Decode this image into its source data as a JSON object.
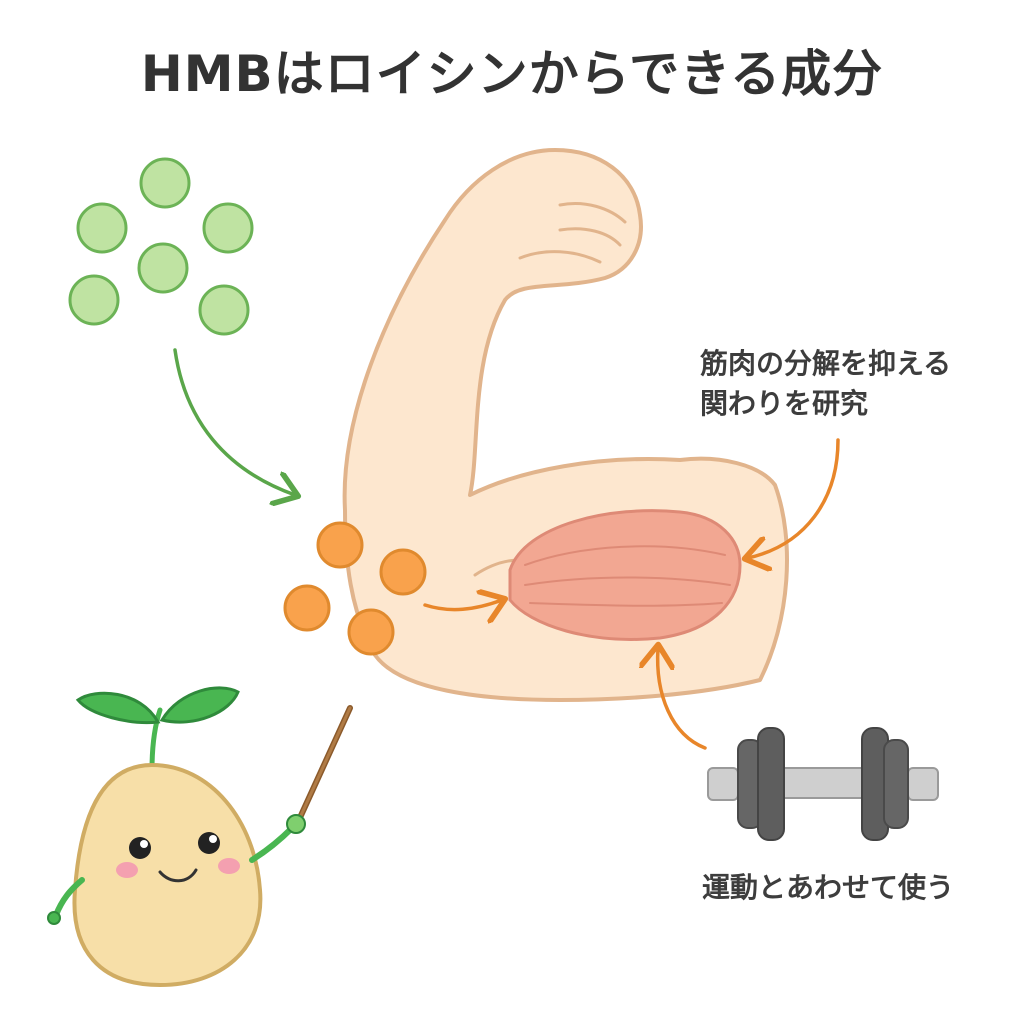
{
  "title": "HMBはロイシンからできる成分",
  "labels": {
    "research_line1": "筋肉の分解を抑える",
    "research_line2": "関わりを研究",
    "exercise": "運動とあわせて使う"
  },
  "colors": {
    "leucine": "#bfe3a2",
    "leucine_stroke": "#6cb356",
    "hmb": "#f9a24c",
    "hmb_stroke": "#e08a2e",
    "arm": "#fde7cf",
    "arm_stroke": "#e1b48c",
    "muscle": "#f2a792",
    "arrow_green": "#5aa64a",
    "arrow_orange": "#e8862a",
    "dumbbell_weight": "#666666",
    "dumbbell_bar": "#cfcfcf",
    "mascot_body": "#f7dfa8",
    "mascot_leaf": "#49b651"
  },
  "icons": {
    "leucine_molecules": "green-circle-cluster",
    "hmb_molecules": "orange-circle-cluster",
    "arm": "flexed-arm-illustration",
    "muscle": "bicep-muscle-illustration",
    "dumbbell": "dumbbell-icon",
    "mascot": "sprout-mascot-with-pointer"
  }
}
